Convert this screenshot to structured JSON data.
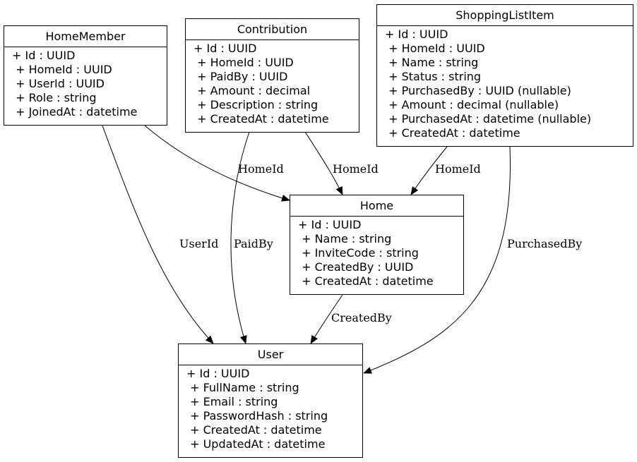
{
  "entities": {
    "home_member": {
      "title": "HomeMember",
      "attributes": [
        "+ Id : UUID",
        " + HomeId : UUID",
        " + UserId : UUID",
        " + Role : string",
        " + JoinedAt : datetime"
      ]
    },
    "contribution": {
      "title": "Contribution",
      "attributes": [
        "+ Id : UUID",
        " + HomeId : UUID",
        " + PaidBy : UUID",
        " + Amount : decimal",
        " + Description : string",
        " + CreatedAt : datetime"
      ]
    },
    "shopping_list_item": {
      "title": "ShoppingListItem",
      "attributes": [
        "+ Id : UUID",
        " + HomeId : UUID",
        " + Name : string",
        " + Status : string",
        " + PurchasedBy : UUID (nullable)",
        " + Amount : decimal (nullable)",
        " + PurchasedAt : datetime (nullable)",
        " + CreatedAt : datetime"
      ]
    },
    "home": {
      "title": "Home",
      "attributes": [
        "+ Id : UUID",
        " + Name : string",
        " + InviteCode : string",
        " + CreatedBy : UUID",
        " + CreatedAt : datetime"
      ]
    },
    "user": {
      "title": "User",
      "attributes": [
        "+ Id : UUID",
        " + FullName : string",
        " + Email : string",
        " + PasswordHash : string",
        " + CreatedAt : datetime",
        " + UpdatedAt : datetime"
      ]
    }
  },
  "relations": {
    "home_member_home": "HomeId",
    "contribution_home": "HomeId",
    "shopping_list_item_home": "HomeId",
    "home_member_user": "UserId",
    "contribution_user": "PaidBy",
    "home_user": "CreatedBy",
    "shopping_list_item_user": "PurchasedBy"
  }
}
